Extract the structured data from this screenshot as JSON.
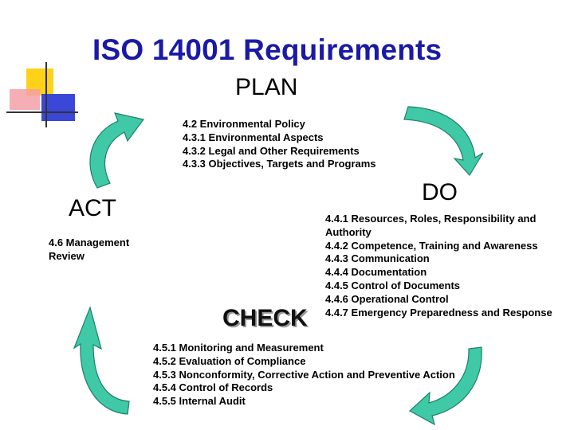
{
  "title": "ISO 14001  Requirements",
  "plan": {
    "label": "PLAN",
    "items": [
      "4.2 Environmental Policy",
      "4.3.1 Environmental Aspects",
      "4.3.2 Legal and Other Requirements",
      "4.3.3 Objectives, Targets and Programs"
    ]
  },
  "do": {
    "label": "DO",
    "items": [
      "4.4.1 Resources, Roles, Responsibility and Authority",
      "4.4.2 Competence, Training and Awareness",
      "4.4.3 Communication",
      "4.4.4 Documentation",
      "4.4.5 Control of Documents",
      "4.4.6 Operational Control",
      "4.4.7 Emergency Preparedness and Response"
    ]
  },
  "check": {
    "label": "CHECK",
    "items": [
      "4.5.1 Monitoring and Measurement",
      "4.5.2 Evaluation of Compliance",
      "4.5.3 Nonconformity, Corrective Action and Preventive Action",
      "4.5.4 Control of Records",
      "4.5.5 Internal Audit"
    ]
  },
  "act": {
    "label": "ACT",
    "items": [
      "4.6 Management Review"
    ]
  },
  "colors": {
    "title": "#1a1aa6",
    "arrow_fill": "#3fc9a6",
    "arrow_stroke": "#1f7f6a",
    "deco_yellow": "#ffd21a",
    "deco_blue": "#3b47d6",
    "deco_pink": "#f5a0a8"
  }
}
